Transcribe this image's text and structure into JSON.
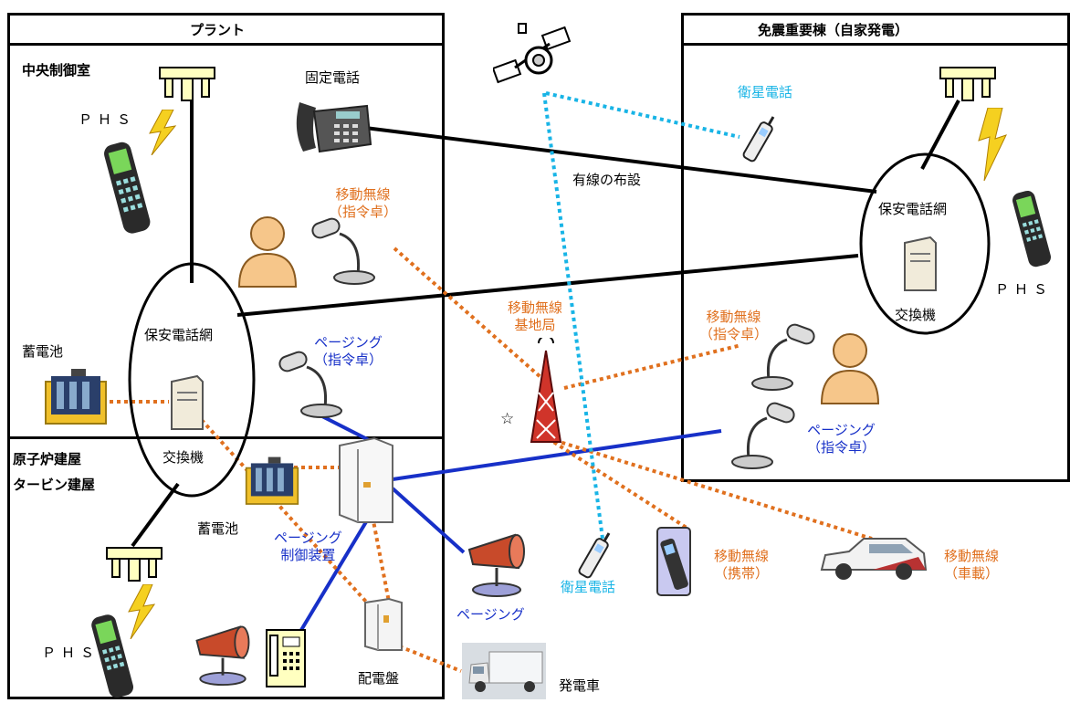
{
  "regions": {
    "plant": "プラント",
    "quake_building": "免震重要棟（自家発電）",
    "control_room": "中央制御室",
    "reactor_bldg_1": "原子炉建屋",
    "reactor_bldg_2": "タービン建屋"
  },
  "labels": {
    "phs_top_left": "ＰＨＳ",
    "phs_right": "ＰＨＳ",
    "phs_bottom_left": "ＰＨＳ",
    "fixed_phone": "固定電話",
    "sat_phone_top": "衛星電話",
    "sat_phone_bottom": "衛星電話",
    "wired": "有線の布設",
    "security_net_right": "保安電話網",
    "exchange_right": "交換機",
    "security_net_left": "保安電話網",
    "exchange_left": "交換機",
    "mobile_cmd_left_1": "移動無線",
    "mobile_cmd_left_2": "（指令卓）",
    "mobile_base_1": "移動無線",
    "mobile_base_2": "基地局",
    "mobile_cmd_right_1": "移動無線",
    "mobile_cmd_right_2": "（指令卓）",
    "paging_cmd_left_1": "ページング",
    "paging_cmd_left_2": "（指令卓）",
    "paging_cmd_right_1": "ページング",
    "paging_cmd_right_2": "（指令卓）",
    "battery_1": "蓄電池",
    "battery_2": "蓄電池",
    "paging_ctrl_1": "ページング",
    "paging_ctrl_2": "制御装置",
    "paging": "ページング",
    "mobile_portable_1": "移動無線",
    "mobile_portable_2": "（携帯）",
    "mobile_vehicle_1": "移動無線",
    "mobile_vehicle_2": "（車載）",
    "switchboard": "配電盤",
    "power_truck": "発電車",
    "star": "☆"
  },
  "colors": {
    "mobile_radio": "#e0701e",
    "paging": "#1730c8",
    "satellite": "#18b4e6",
    "wired": "#000000"
  }
}
